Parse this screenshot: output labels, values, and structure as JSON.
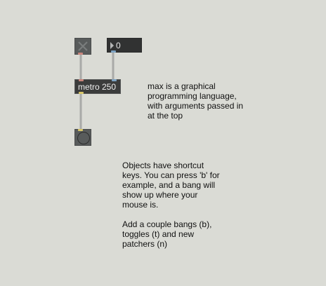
{
  "patcher": {
    "background": "#dadbd5",
    "objects": {
      "toggle": {
        "state": "off"
      },
      "number": {
        "value": "0"
      },
      "metro": {
        "label": "metro 250"
      },
      "bang": {
        "state": "idle"
      }
    },
    "comments": [
      {
        "text": "max is a graphical\nprogramming language,\nwith arguments passed in\nat the top"
      },
      {
        "text": "Objects have shortcut\nkeys. You can press 'b' for\nexample, and a bang will\nshow up where your\nmouse is.\n\nAdd a couple bangs (b),\ntoggles (t) and new\npatchers (n)"
      }
    ]
  },
  "colors": {
    "object_fill": "#3b3c3c",
    "ui_fill": "#585b5b",
    "cord": "#a9aaa8",
    "inlet_hot": "#c9857c",
    "inlet_cold": "#7ea4c4",
    "outlet_bang": "#d8c76a"
  }
}
